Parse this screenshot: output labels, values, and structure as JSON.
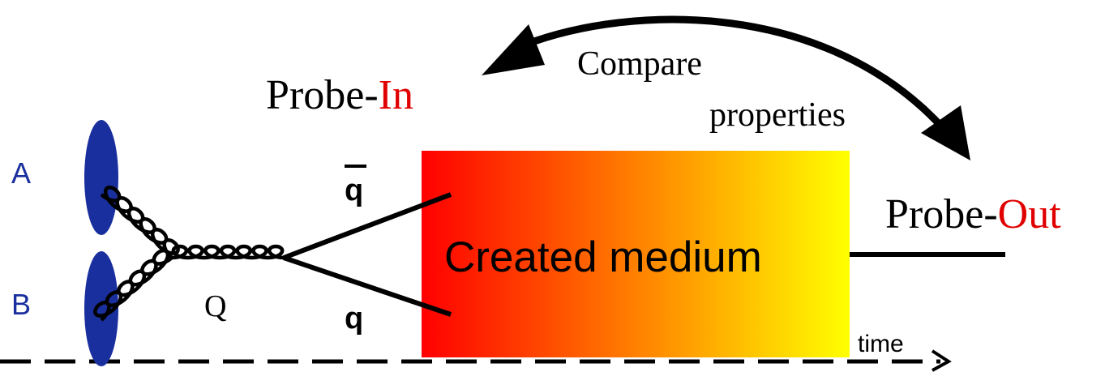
{
  "nuclei": {
    "a_label": "A",
    "b_label": "B"
  },
  "quarkonium_label": "Q",
  "quarks": {
    "antiquark_label": "q",
    "quark_label": "q"
  },
  "medium": {
    "label": "Created medium",
    "gradient_start": "#ff0000",
    "gradient_end": "#ffff00"
  },
  "probe_in": {
    "prefix": "Probe-",
    "suffix": "In"
  },
  "probe_out": {
    "prefix": "Probe-",
    "suffix": "Out"
  },
  "compare": {
    "line1": "Compare",
    "line2": "properties"
  },
  "time_axis_label": "time",
  "colors": {
    "nucleus": "#1a2f9e",
    "nucleus_label": "#1a2f9e",
    "highlight": "#e00000",
    "ink": "#000000"
  }
}
